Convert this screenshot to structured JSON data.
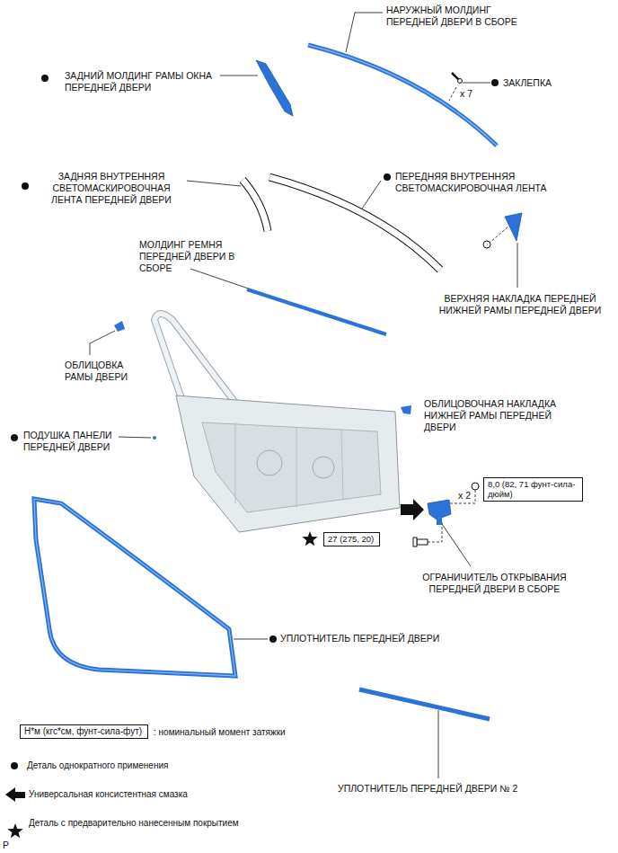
{
  "diagram": {
    "nodes": [
      {
        "text": [
          "8,0 (82, 71 фунт-сила-дюйм)"
        ]
      },
      {
        "text": [
          "27 (275, 20)"
        ]
      },
      {
        "text": [
          "Н*м (кгс*см, фунт-сила-фут)"
        ]
      }
    ],
    "labels": [
      "НАРУЖНЫЙ МОЛДИНГ ПЕРЕДНЕЙ ДВЕРИ В СБОРЕ",
      "ЗАДНИЙ МОЛДИНГ РАМЫ ОКНА ПЕРЕДНЕЙ ДВЕРИ",
      "x 7",
      "ЗАКЛЕПКА",
      "ЗАДНЯЯ ВНУТРЕННЯЯ СВЕТОМАСКИРОВОЧНАЯ ЛЕНТА ПЕРЕДНЕЙ ДВЕРИ",
      "ПЕРЕДНЯЯ ВНУТРЕННЯЯ СВЕТОМАСКИРОВОЧНАЯ ЛЕНТА",
      "МОЛДИНГ РЕМНЯ ПЕРЕДНЕЙ ДВЕРИ В СБОРЕ",
      "ВЕРХНЯЯ НАКЛАДКА ПЕРЕДНЕЙ НИЖНЕЙ РАМЫ ПЕРЕДНЕЙ ДВЕРИ",
      "ОБЛИЦОВКА РАМЫ ДВЕРИ",
      "ОБЛИЦОВОЧНАЯ НАКЛАДКА НИЖНЕЙ РАМЫ ПЕРЕДНЕЙ ДВЕРИ",
      "ПОДУШКА ПАНЕЛИ ПЕРЕДНЕЙ ДВЕРИ",
      "x 2",
      "ОГРАНИЧИТЕЛЬ ОТКРЫВАНИЯ ПЕРЕДНЕЙ ДВЕРИ В СБОРЕ",
      "УПЛОТНИТЕЛЬ ПЕРЕДНЕЙ ДВЕРИ",
      "УПЛОТНИТЕЛЬ ПЕРЕДНЕЙ ДВЕРИ № 2",
      "P"
    ],
    "legend": [
      {
        "text": ": номинальный момент затяжки"
      },
      {
        "text": "Деталь однократного применения"
      },
      {
        "text": "Универсальная консистентная смазка"
      },
      {
        "text": "Деталь с предварительно нанесенным покрытием"
      }
    ]
  }
}
